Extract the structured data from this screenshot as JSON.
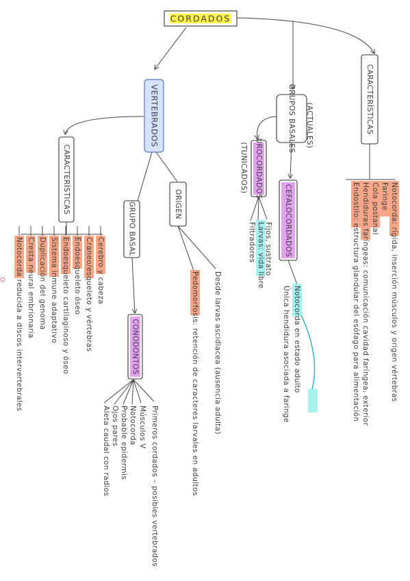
{
  "title": "CORDADOS",
  "vertebrados": {
    "label": "VERTEBRADOS",
    "caracteristicas": {
      "label": "CARACTERÍSTICAS",
      "items": [
        "Cerebro y cabeza",
        "Craneo/esqueleto y vértebras",
        "Endoesqueleto óseo",
        "Endoesqueleto cartilaginoso y óseo",
        "Sistema inmune adaptativo",
        "Duplicación del genoma",
        "Cresta neural embrionaria",
        "Notocorda reducida a discos intervertebrales"
      ]
    },
    "grupo_basal": {
      "label": "GRUPO BASAL",
      "node": "CONODONTOS",
      "items": [
        "Primeros cordados – posibles vertebrados",
        "Músculos V",
        "Notocorda",
        "Probable epidermis",
        "Ojos pares",
        "Aleta caudal con radios"
      ]
    },
    "origen": {
      "label": "ORIGEN",
      "items": [
        "Desde larvas ascidiacea (ausencia adulta)",
        "Pedomorfosis: retención de caracteres larvales en adultos"
      ],
      "highlight": "PEDOMORFOSIS"
    }
  },
  "grupos_basales": {
    "label": "GRUPOS BASALES",
    "note": "(ACTUALES)",
    "urocordados": {
      "label": "UROCORDADOS",
      "note": "(TUNICADOS)",
      "items": [
        "Fijos, sustrato",
        "Larvas: vida libre",
        "Filtradores"
      ]
    },
    "cefalocordados": {
      "label": "CEFALOCORDADOS",
      "items": [
        "Notocorda en estado adulto",
        "Única hendidura asociada a faringe"
      ]
    }
  },
  "caracteristicas": {
    "label": "CARACTERÍSTICAS",
    "items": [
      "Notocorda: rígida, inserción músculos y origen vértebras",
      "Faringe",
      "Cola postanal",
      "Hendiduras faríngeas: comunicación cavidad faríngea, exterior",
      "Endostilo: estructura glandular del esófago para alimentación"
    ]
  },
  "colors": {
    "title_fill": "#fff34a",
    "box_fill": "#ffffff",
    "vertebrados_fill": "#d6e3ff",
    "purple": "#e2a2f0",
    "orange": "#f8a688",
    "cyan": "#a6f0ee",
    "ink": "#3d3d3d"
  }
}
